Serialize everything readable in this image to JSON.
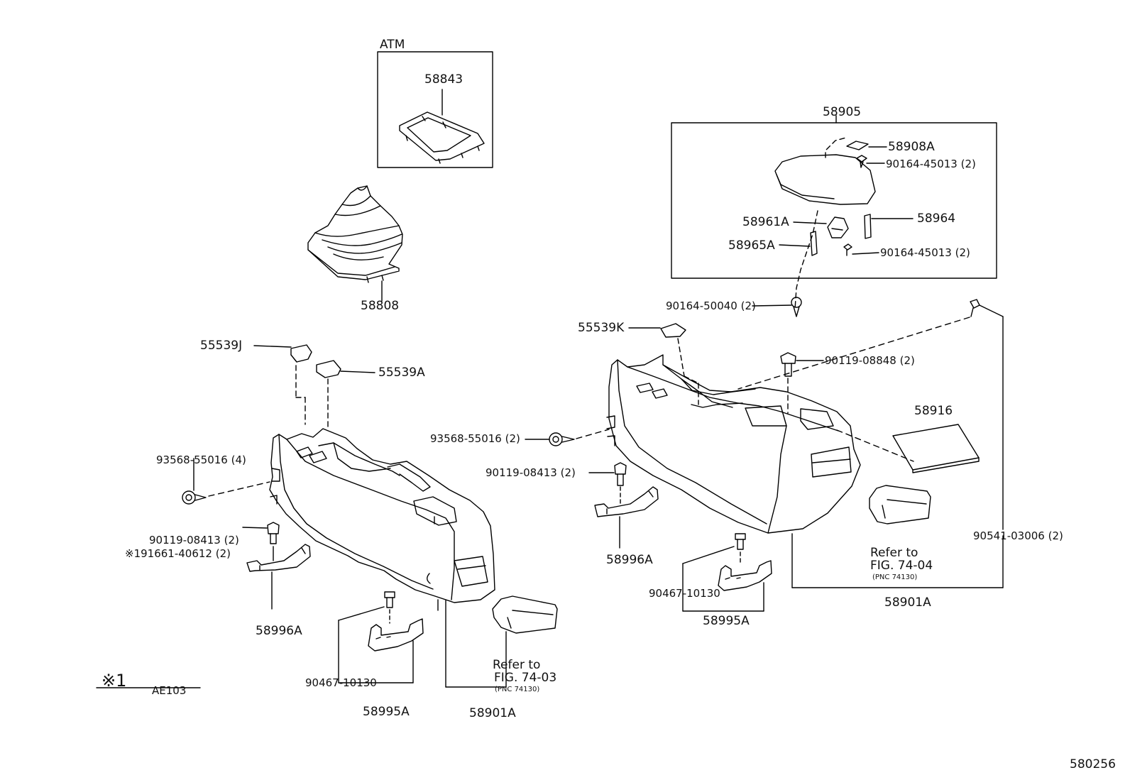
{
  "diagram": {
    "atm_box_label": "ATM",
    "armrest_box_label": "58905",
    "page_code": "580256",
    "footnote": {
      "mark": "※1",
      "code": "AE103"
    },
    "left_console": {
      "p58843": "58843",
      "p58808": "58808",
      "p55539J": "55539J",
      "p55539A": "55539A",
      "screw": "93568-55016 (4)",
      "bolt": "90119-08413 (2)",
      "bolt_alt": "※191661-40612 (2)",
      "bracket": "58996A",
      "clip": "90467-10130",
      "bracket2": "58995A",
      "refer_line1": "Refer to",
      "refer_line2": "FIG. 74-03",
      "refer_line3": "(PNC 74130)",
      "console": "58901A"
    },
    "right_console": {
      "p58908A": "58908A",
      "screw_top": "90164-45013 (2)",
      "p58961A": "58961A",
      "p58964": "58964",
      "p58965A": "58965A",
      "screw_mid": "90164-45013 (2)",
      "screw_big": "90164-50040 (2)",
      "p55539K": "55539K",
      "bolt_top": "90119-08848 (2)",
      "screw": "93568-55016 (2)",
      "p58916": "58916",
      "bolt": "90119-08413 (2)",
      "bracket": "58996A",
      "pin": "90541-03006 (2)",
      "clip": "90467-10130",
      "bracket2": "58995A",
      "refer_line1": "Refer to",
      "refer_line2": "FIG. 74-04",
      "refer_line3": "(PNC 74130)",
      "console": "58901A"
    }
  }
}
